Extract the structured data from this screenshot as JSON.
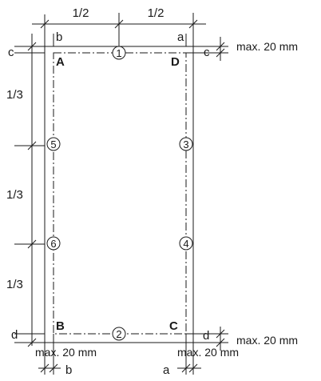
{
  "diagram": {
    "top_fractions": [
      "1/2",
      "1/2"
    ],
    "left_fractions": [
      "1/3",
      "1/3",
      "1/3"
    ],
    "corners": {
      "top_left": "A",
      "top_right": "D",
      "bottom_left": "B",
      "bottom_right": "C"
    },
    "points": [
      "1",
      "2",
      "3",
      "4",
      "5",
      "6"
    ],
    "offsets": {
      "a": "a",
      "b": "b",
      "c": "c",
      "d": "d"
    },
    "max_labels": {
      "top_right": "max. 20 mm",
      "bottom_right": "max. 20 mm",
      "bottom_left": "max. 20 mm",
      "bottom_center": "max. 20 mm"
    }
  }
}
